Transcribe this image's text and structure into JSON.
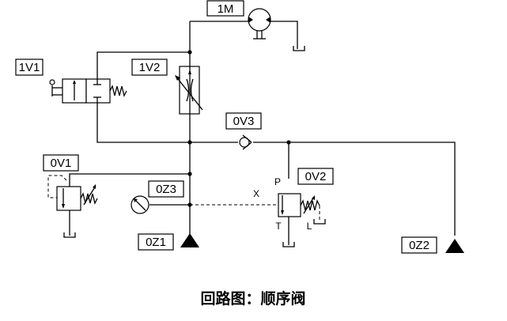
{
  "caption": "回路图：顺序阀",
  "labels": {
    "motor": "1M",
    "valve_1v1": "1V1",
    "valve_1v2": "1V2",
    "valve_0v3": "0V3",
    "valve_0v1": "0V1",
    "gauge_0z3": "0Z3",
    "valve_0v2": "0V2",
    "source_0z1": "0Z1",
    "source_0z2": "0Z2"
  },
  "ports": {
    "p": "P",
    "t": "T",
    "l": "L",
    "x": "X"
  },
  "components": [
    {
      "id": "1M",
      "type": "hydraulic motor (bidirectional)"
    },
    {
      "id": "1V1",
      "type": "2/2 directional valve, pushbutton operated, spring return"
    },
    {
      "id": "1V2",
      "type": "adjustable throttle valve"
    },
    {
      "id": "0V3",
      "type": "check valve"
    },
    {
      "id": "0V1",
      "type": "pressure relief valve"
    },
    {
      "id": "0Z3",
      "type": "pressure gauge"
    },
    {
      "id": "0V2",
      "type": "sequence valve"
    },
    {
      "id": "0Z1",
      "type": "pressure source"
    },
    {
      "id": "0Z2",
      "type": "pressure source"
    }
  ]
}
